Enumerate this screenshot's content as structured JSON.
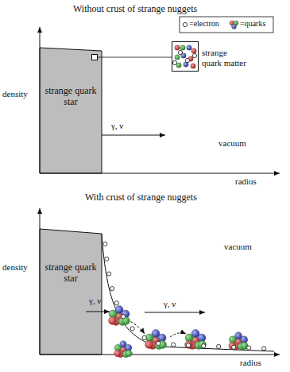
{
  "diagram": {
    "nodes": [
      {
        "text": [
          "strange quark star"
        ]
      },
      {
        "text": [
          "strange quark matter"
        ]
      },
      {
        "text": [
          "strange quark star"
        ]
      }
    ],
    "edges": [
      {
        "from": 0,
        "to": 1,
        "arrow": "none"
      }
    ],
    "labels": [
      "Without crust of strange nuggets",
      "density",
      "radius",
      "γ, ν",
      "vacuum",
      "With crust of strange nuggets",
      "density",
      "vacuum",
      "γ, ν",
      "γ, ν",
      "radius"
    ],
    "legend": [
      {
        "text": "=electron"
      },
      {
        "text": "=quarks"
      }
    ]
  }
}
